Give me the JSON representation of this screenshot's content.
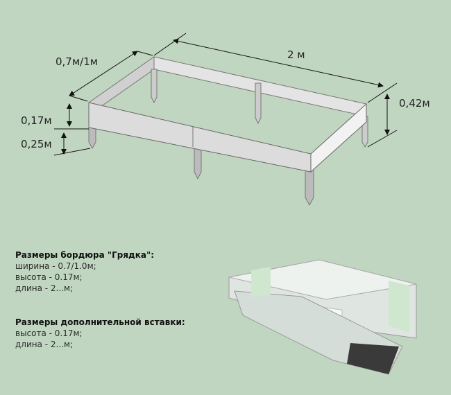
{
  "dimensions": {
    "width": "0,7м/1м",
    "length": "2 м",
    "total_height": "0,42м",
    "panel_height": "0,17м",
    "stake_height": "0,25м"
  },
  "border_specs": {
    "title": "Размеры бордюра \"Грядка\":",
    "lines": [
      "ширина - 0.7/1.0м;",
      "высота - 0.17м;",
      "длина - 2...м;"
    ]
  },
  "insert_specs": {
    "title": "Размеры дополнительной вставки:",
    "lines": [
      "высота - 0.17м;",
      "длина - 2...м;"
    ]
  }
}
